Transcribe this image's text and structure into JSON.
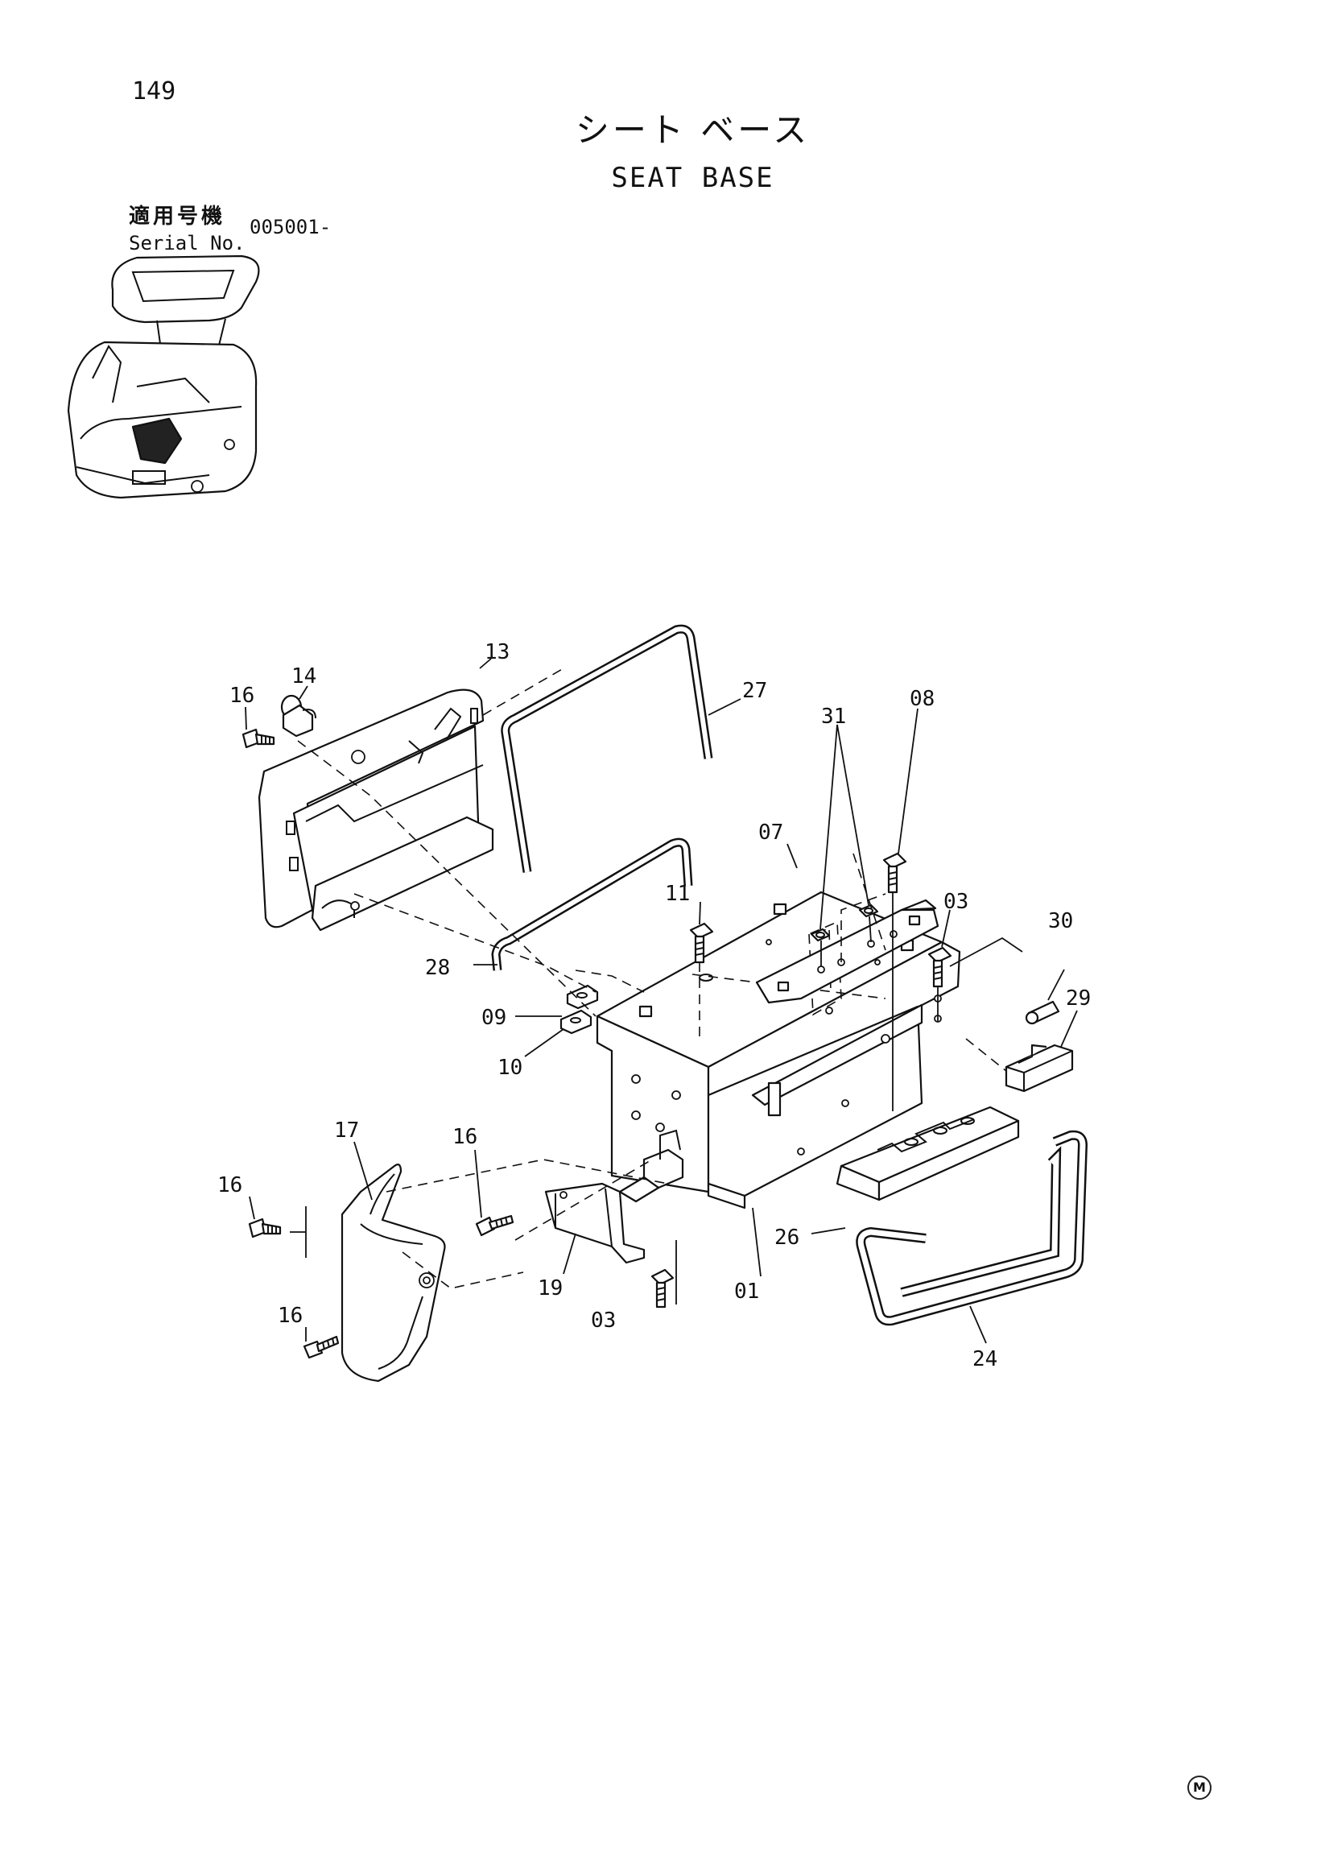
{
  "page": {
    "number": "149"
  },
  "title": {
    "japanese": "シート ベース",
    "english": "SEAT BASE"
  },
  "serial": {
    "label_jp": "適用号機",
    "label_en": "Serial No.",
    "value": "005001-"
  },
  "mark": "M",
  "callouts": {
    "c01": "01",
    "c03a": "03",
    "c03b": "03",
    "c07": "07",
    "c08": "08",
    "c09": "09",
    "c10": "10",
    "c11": "11",
    "c13": "13",
    "c14": "14",
    "c16a": "16",
    "c16b": "16",
    "c16c": "16",
    "c16d": "16",
    "c17": "17",
    "c19": "19",
    "c24": "24",
    "c26": "26",
    "c27": "27",
    "c28": "28",
    "c29": "29",
    "c30": "30",
    "c31": "31"
  }
}
